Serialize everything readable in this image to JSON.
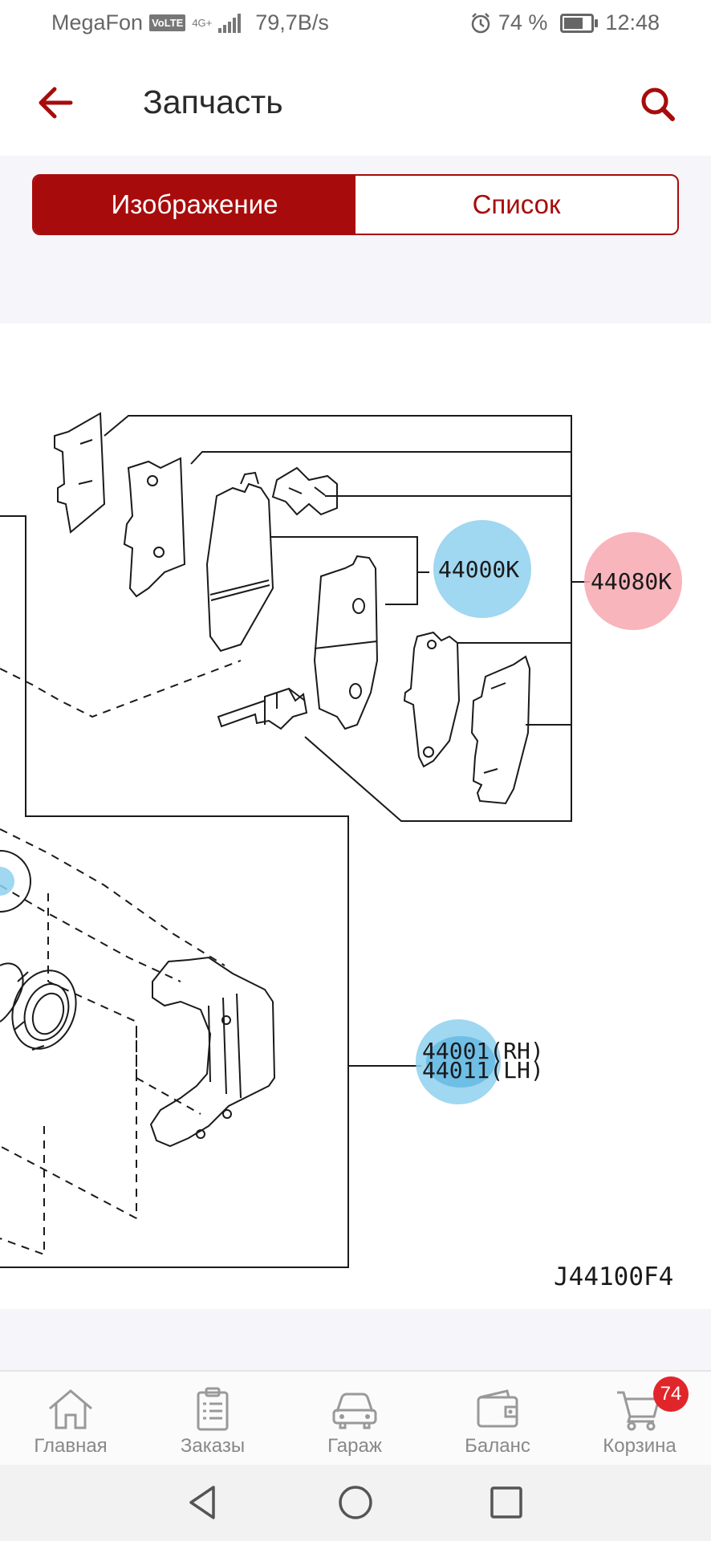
{
  "status_bar": {
    "carrier": "MegaFon",
    "volte": "VoLTE",
    "network": "4G+",
    "speed": "79,7B/s",
    "battery_percent": "74 %",
    "battery_level": 0.74,
    "time": "12:48"
  },
  "app_bar": {
    "title": "Запчасть"
  },
  "view_toggle": {
    "image_label": "Изображение",
    "list_label": "Список",
    "selected": "image"
  },
  "diagram": {
    "callouts": [
      {
        "code": "44000K",
        "highlight": "#8fd0ef"
      },
      {
        "code": "44080K",
        "highlight": "#f7a8b0"
      },
      {
        "code": "44001(RH)",
        "highlight": "#8fd0ef"
      },
      {
        "code": "44011(LH)",
        "highlight": "#8fd0ef"
      }
    ],
    "diagram_code": "J44100F4"
  },
  "bottom_nav": {
    "items": [
      {
        "label": "Главная",
        "icon": "home-icon"
      },
      {
        "label": "Заказы",
        "icon": "orders-icon"
      },
      {
        "label": "Гараж",
        "icon": "car-icon"
      },
      {
        "label": "Баланс",
        "icon": "wallet-icon"
      },
      {
        "label": "Корзина",
        "icon": "cart-icon"
      }
    ],
    "cart_badge": "74"
  },
  "colors": {
    "accent": "#a80b0b",
    "badge": "#e0262a",
    "highlight_blue": "#8fd0ef",
    "highlight_pink": "#f7a8b0"
  }
}
